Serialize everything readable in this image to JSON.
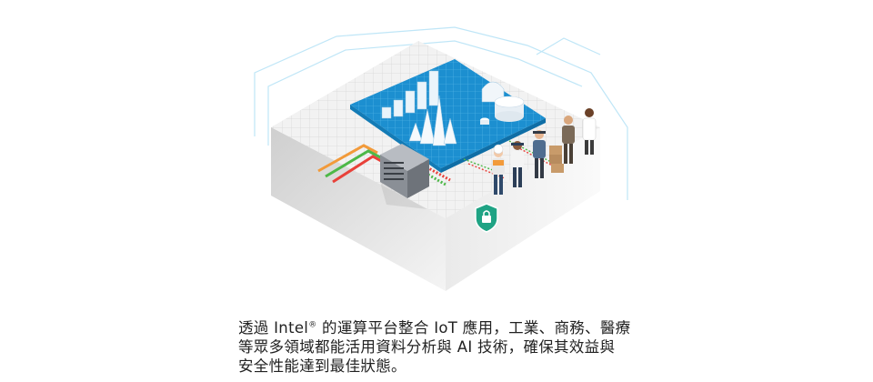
{
  "caption": {
    "line1_before_mark": "透過 Intel",
    "trademark": "®",
    "line1_after_mark": " 的運算平台整合 IoT 應用，工業、商務、醫療",
    "line2": "等眾多領域都能活用資料分析與 AI 技術，確保其效益與",
    "line3": "安全性能達到最佳狀態。"
  },
  "colors": {
    "platform_grid": "#e9e9e9",
    "data_panel": "#1c8fd0",
    "accent_cyan": "#3fb6e8",
    "shield_green": "#1fa384",
    "cable_orange": "#f29a3a",
    "cable_green": "#4db848",
    "cable_red": "#e8413a"
  },
  "icons": {
    "shield": "shield-lock-icon",
    "server": "server-icon",
    "database": "database-icon"
  }
}
